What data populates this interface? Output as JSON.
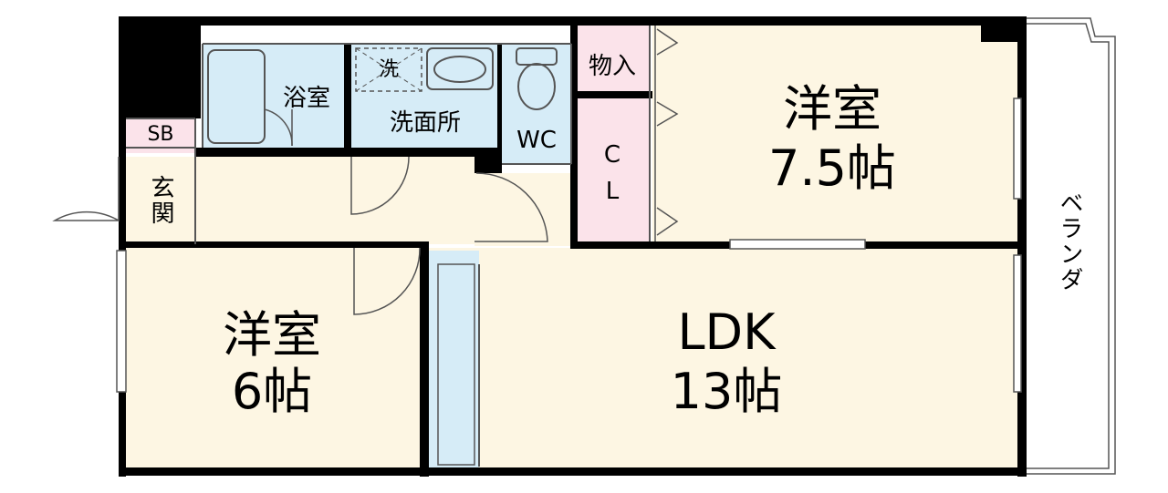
{
  "colors": {
    "wall": "#000000",
    "floor_room": "#fdf6e3",
    "floor_wet": "#d6ecf7",
    "floor_storage": "#fbe3ea",
    "line": "#555555"
  },
  "rooms": {
    "western_room_large": {
      "name": "洋室",
      "size": "7.5帖"
    },
    "western_room_small": {
      "name": "洋室",
      "size": "6帖"
    },
    "ldk": {
      "name": "LDK",
      "size": "13帖"
    },
    "bathroom": {
      "name": "浴室"
    },
    "washroom": {
      "name": "洗面所"
    },
    "washer": {
      "name": "洗"
    },
    "toilet": {
      "name": "WC"
    },
    "storage": {
      "name": "物入"
    },
    "closet": {
      "line1": "C",
      "line2": "L"
    },
    "shoe_box": {
      "name": "SB"
    },
    "entrance": {
      "name": "玄関"
    },
    "balcony": {
      "name": "ベランダ"
    }
  }
}
